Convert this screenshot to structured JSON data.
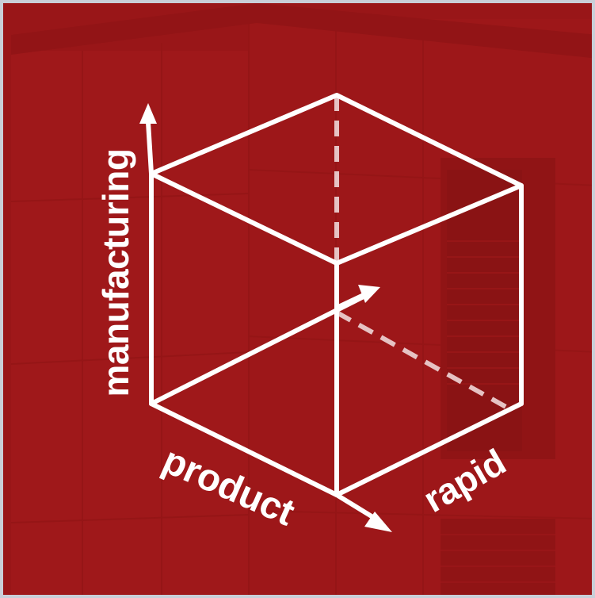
{
  "colors": {
    "overlay_red": "#a3171a",
    "line_white": "#ffffff",
    "dashed_line": "#e6c3c4",
    "frame_border": "#c9cfd8"
  },
  "labels": {
    "vertical": "manufacturing",
    "left": "product",
    "right": "rapid"
  },
  "icons": [
    "cube-wireframe-icon",
    "arrow-up-icon",
    "arrow-right-icon",
    "arrow-diagonal-icon"
  ]
}
